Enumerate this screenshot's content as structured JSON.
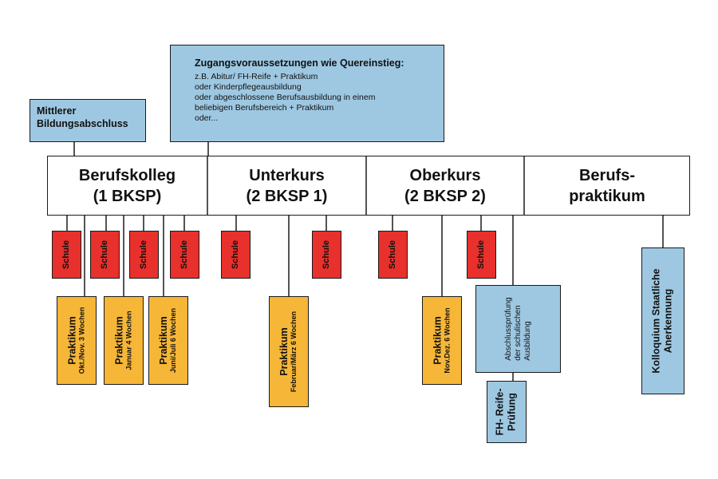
{
  "boxes": {
    "abschluss": [
      "Mittlerer",
      "Bildungsabschluss"
    ],
    "zugang": {
      "title": "Zugangsvoraussetzungen wie Quereinstieg:",
      "lines": [
        "z.B. Abitur/ FH-Reife + Praktikum",
        "oder Kinderpflegeausbildung",
        "oder abgeschlossene Berufsausbildung in einem",
        "beliebigen Berufsbereich + Praktikum",
        "oder..."
      ]
    }
  },
  "stages": [
    {
      "line1": "Berufskolleg",
      "line2": "(1 BKSP)"
    },
    {
      "line1": "Unterkurs",
      "line2": "(2 BKSP 1)"
    },
    {
      "line1": "Oberkurs",
      "line2": "(2 BKSP 2)"
    },
    {
      "line1": "Berufs-",
      "line2": "praktikum"
    }
  ],
  "schule_label": "Schule",
  "praktika": [
    {
      "title": "Praktikum",
      "detail": "Okt./Nov. 3 Wochen"
    },
    {
      "title": "Praktikum",
      "detail": "Januar 4 Wochen"
    },
    {
      "title": "Praktikum",
      "detail": "Juni/Juli 6 Wochen"
    },
    {
      "title": "Praktikum",
      "detail": "Februar/März 6 Wochen"
    },
    {
      "title": "Praktikum",
      "detail": "Nov.Dez. 6 Wochen"
    }
  ],
  "abschlusspruefung": [
    "Abschlussprüfung",
    "der schulischen",
    "Ausbildung"
  ],
  "fh_reife": [
    "FH- Reife-",
    "Prüfung"
  ],
  "kolloquium": [
    "Kolloquium Staatliche",
    "Anerkennung"
  ],
  "colors": {
    "blue": "#9ec8e2",
    "red": "#e8302c",
    "orange": "#f6b637",
    "line": "#1a1a1a"
  }
}
